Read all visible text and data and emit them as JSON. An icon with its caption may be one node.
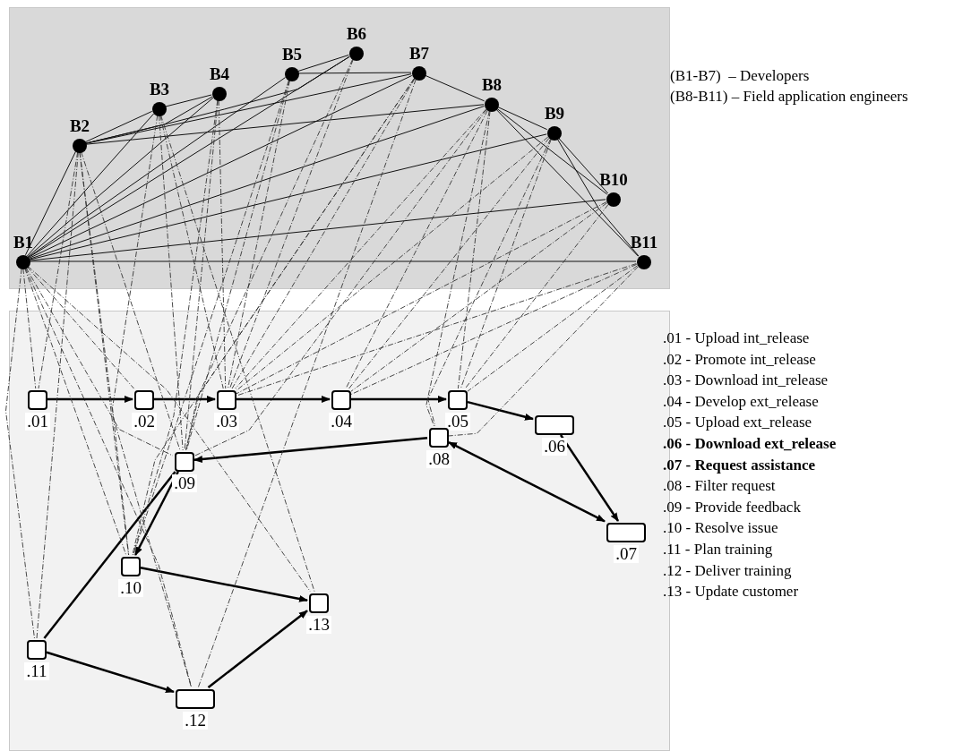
{
  "diagram": {
    "nodes": [
      {
        "text": [],
        "shape": "box"
      },
      {
        "text": [
          "B1"
        ],
        "in": 0
      },
      {
        "text": [
          "B2"
        ],
        "in": 0
      },
      {
        "text": [
          "B3"
        ],
        "in": 0
      },
      {
        "text": [
          "B4"
        ],
        "in": 0
      },
      {
        "text": [
          "B5"
        ],
        "in": 0
      },
      {
        "text": [
          "B6"
        ],
        "in": 0
      },
      {
        "text": [
          "B7"
        ],
        "in": 0
      },
      {
        "text": [
          "B8"
        ],
        "in": 0
      },
      {
        "text": [
          "B9"
        ],
        "in": 0
      },
      {
        "text": [
          "B10"
        ],
        "in": 0
      },
      {
        "text": [
          "B11"
        ],
        "in": 0
      },
      {
        "text": [],
        "shape": "box"
      },
      {
        "text": [
          ".01"
        ],
        "in": 12
      },
      {
        "text": [
          ".02"
        ],
        "in": 12
      },
      {
        "text": [
          ".03"
        ],
        "in": 12
      },
      {
        "text": [
          ".04"
        ],
        "in": 12
      },
      {
        "text": [
          ".05"
        ],
        "in": 12
      },
      {
        "text": [
          ".06"
        ],
        "in": 12
      },
      {
        "text": [
          ".07"
        ],
        "in": 12
      },
      {
        "text": [
          ".08"
        ],
        "in": 12
      },
      {
        "text": [
          ".09"
        ],
        "in": 12
      },
      {
        "text": [
          ".10"
        ],
        "in": 12
      },
      {
        "text": [
          ".11"
        ],
        "in": 12
      },
      {
        "text": [
          ".12"
        ],
        "in": 12
      },
      {
        "text": [
          ".13"
        ],
        "in": 12
      }
    ],
    "edges": [
      {
        "from": 1,
        "to": 2,
        "arrow": "none"
      },
      {
        "from": 1,
        "to": 3,
        "arrow": "none"
      },
      {
        "from": 1,
        "to": 4,
        "arrow": "none"
      },
      {
        "from": 1,
        "to": 5,
        "arrow": "none"
      },
      {
        "from": 1,
        "to": 6,
        "arrow": "none"
      },
      {
        "from": 1,
        "to": 7,
        "arrow": "none"
      },
      {
        "from": 1,
        "to": 8,
        "arrow": "none"
      },
      {
        "from": 1,
        "to": 9,
        "arrow": "none"
      },
      {
        "from": 1,
        "to": 10,
        "arrow": "none"
      },
      {
        "from": 1,
        "to": 11,
        "arrow": "none"
      },
      {
        "from": 2,
        "to": 3,
        "arrow": "none"
      },
      {
        "from": 2,
        "to": 4,
        "arrow": "none"
      },
      {
        "from": 2,
        "to": 6,
        "arrow": "none"
      },
      {
        "from": 2,
        "to": 7,
        "arrow": "none"
      },
      {
        "from": 2,
        "to": 8,
        "arrow": "none"
      },
      {
        "from": 3,
        "to": 4,
        "arrow": "none"
      },
      {
        "from": 5,
        "to": 6,
        "arrow": "none"
      },
      {
        "from": 5,
        "to": 7,
        "arrow": "none"
      },
      {
        "from": 7,
        "to": 8,
        "arrow": "none"
      },
      {
        "from": 8,
        "to": 9,
        "arrow": "none"
      },
      {
        "from": 8,
        "to": 10,
        "arrow": "none"
      },
      {
        "from": 8,
        "to": 11,
        "arrow": "none"
      },
      {
        "from": 9,
        "to": 10,
        "arrow": "none"
      },
      {
        "from": 9,
        "to": 11,
        "arrow": "none"
      },
      {
        "from": 13,
        "to": 14,
        "arrow": "to",
        "style": "thick"
      },
      {
        "from": 14,
        "to": 15,
        "arrow": "to",
        "style": "thick"
      },
      {
        "from": 15,
        "to": 16,
        "arrow": "to",
        "style": "thick"
      },
      {
        "from": 16,
        "to": 17,
        "arrow": "to",
        "style": "thick"
      },
      {
        "from": 17,
        "to": 18,
        "arrow": "to",
        "style": "thick"
      },
      {
        "from": 18,
        "to": 19,
        "arrow": "to",
        "style": "thick"
      },
      {
        "from": 20,
        "to": 19,
        "arrow": "both",
        "style": "thick"
      },
      {
        "from": 20,
        "to": 21,
        "arrow": "to",
        "style": "thick"
      },
      {
        "from": 21,
        "to": 22,
        "arrow": "to",
        "style": "thick"
      },
      {
        "from": 23,
        "to": 21,
        "arrow": "none",
        "style": "thick"
      },
      {
        "from": 22,
        "to": 25,
        "arrow": "to",
        "style": "thick"
      },
      {
        "from": 23,
        "to": 24,
        "arrow": "to",
        "style": "thick"
      },
      {
        "from": 24,
        "to": 25,
        "arrow": "to",
        "style": "thick"
      },
      {
        "from": 1,
        "to": 13,
        "arrow": "none",
        "style": "dashed"
      },
      {
        "from": 1,
        "to": 14,
        "arrow": "none",
        "style": "dashed"
      },
      {
        "from": 1,
        "to": 21,
        "arrow": "none",
        "style": "dashed"
      },
      {
        "from": 1,
        "to": 22,
        "arrow": "none",
        "style": "dashed"
      },
      {
        "from": 1,
        "to": 23,
        "arrow": "none",
        "style": "dashed"
      },
      {
        "from": 1,
        "to": 24,
        "arrow": "none",
        "style": "dashed"
      },
      {
        "from": 1,
        "to": 25,
        "arrow": "none",
        "style": "dashed"
      },
      {
        "from": 2,
        "to": 13,
        "arrow": "none",
        "style": "dashed"
      },
      {
        "from": 2,
        "to": 21,
        "arrow": "none",
        "style": "dashed"
      },
      {
        "from": 2,
        "to": 22,
        "arrow": "none",
        "style": "dashed"
      },
      {
        "from": 2,
        "to": 23,
        "arrow": "none",
        "style": "dashed"
      },
      {
        "from": 2,
        "to": 24,
        "arrow": "none",
        "style": "dashed"
      },
      {
        "from": 3,
        "to": 15,
        "arrow": "none",
        "style": "dashed"
      },
      {
        "from": 3,
        "to": 21,
        "arrow": "none",
        "style": "dashed"
      },
      {
        "from": 3,
        "to": 22,
        "arrow": "none",
        "style": "dashed"
      },
      {
        "from": 4,
        "to": 15,
        "arrow": "none",
        "style": "dashed"
      },
      {
        "from": 4,
        "to": 21,
        "arrow": "none",
        "style": "dashed"
      },
      {
        "from": 4,
        "to": 22,
        "arrow": "none",
        "style": "dashed"
      },
      {
        "from": 5,
        "to": 15,
        "arrow": "none",
        "style": "dashed"
      },
      {
        "from": 5,
        "to": 21,
        "arrow": "none",
        "style": "dashed"
      },
      {
        "from": 5,
        "to": 22,
        "arrow": "none",
        "style": "dashed"
      },
      {
        "from": 6,
        "to": 15,
        "arrow": "none",
        "style": "dashed"
      },
      {
        "from": 6,
        "to": 21,
        "arrow": "none",
        "style": "dashed"
      },
      {
        "from": 7,
        "to": 15,
        "arrow": "none",
        "style": "dashed"
      },
      {
        "from": 7,
        "to": 21,
        "arrow": "none",
        "style": "dashed"
      },
      {
        "from": 7,
        "to": 22,
        "arrow": "none",
        "style": "dashed"
      },
      {
        "from": 7,
        "to": 24,
        "arrow": "none",
        "style": "dashed"
      },
      {
        "from": 8,
        "to": 15,
        "arrow": "none",
        "style": "dashed"
      },
      {
        "from": 8,
        "to": 16,
        "arrow": "none",
        "style": "dashed"
      },
      {
        "from": 8,
        "to": 17,
        "arrow": "none",
        "style": "dashed"
      },
      {
        "from": 8,
        "to": 20,
        "arrow": "none",
        "style": "dashed"
      },
      {
        "from": 8,
        "to": 21,
        "arrow": "none",
        "style": "dashed"
      },
      {
        "from": 9,
        "to": 15,
        "arrow": "none",
        "style": "dashed"
      },
      {
        "from": 9,
        "to": 16,
        "arrow": "none",
        "style": "dashed"
      },
      {
        "from": 9,
        "to": 17,
        "arrow": "none",
        "style": "dashed"
      },
      {
        "from": 9,
        "to": 20,
        "arrow": "none",
        "style": "dashed"
      },
      {
        "from": 10,
        "to": 15,
        "arrow": "none",
        "style": "dashed"
      },
      {
        "from": 10,
        "to": 16,
        "arrow": "none",
        "style": "dashed"
      },
      {
        "from": 10,
        "to": 17,
        "arrow": "none",
        "style": "dashed"
      },
      {
        "from": 11,
        "to": 15,
        "arrow": "none",
        "style": "dashed"
      },
      {
        "from": 11,
        "to": 16,
        "arrow": "none",
        "style": "dashed"
      },
      {
        "from": 11,
        "to": 17,
        "arrow": "none",
        "style": "dashed"
      },
      {
        "from": 11,
        "to": 20,
        "arrow": "none",
        "style": "dashed"
      },
      {
        "from": 3,
        "to": 25,
        "arrow": "none",
        "style": "dashed"
      }
    ],
    "labels": [
      "(B1-B7)  – Developers",
      "(B8-B11) – Field application engineers",
      ".01 - Upload int_release",
      ".02 - Promote int_release",
      ".03 - Download int_release",
      ".04 - Develop ext_release",
      ".05 - Upload ext_release",
      ".06 - Download ext_release",
      ".07 - Request assistance",
      ".08 - Filter request",
      ".09 - Provide feedback",
      ".10 - Resolve issue",
      ".11 - Plan training",
      ".12 - Deliver training",
      ".13 - Update customer"
    ]
  }
}
